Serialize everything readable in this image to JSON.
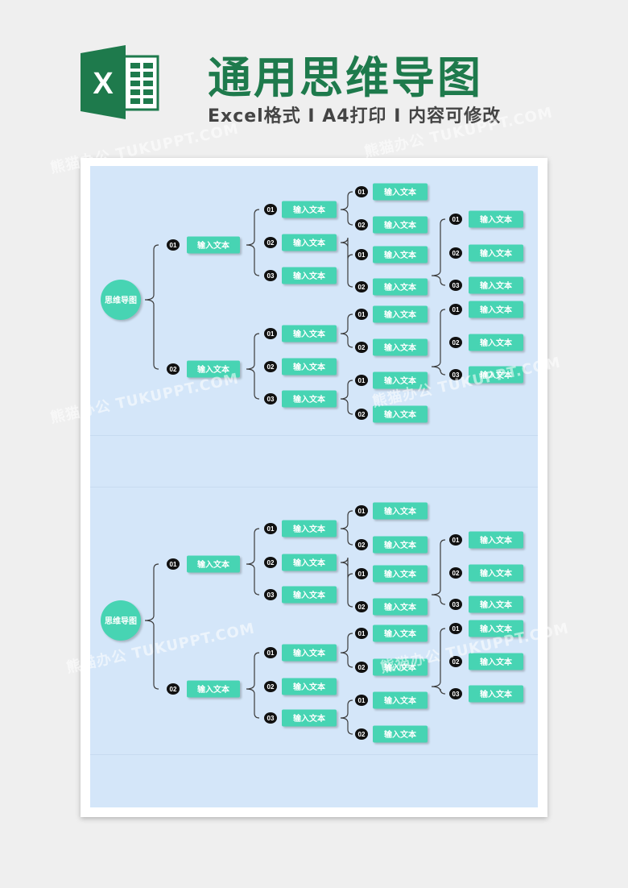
{
  "header": {
    "title": "通用思维导图",
    "subtitle": "Excel格式 I A4打印 I 内容可修改",
    "logo_letter": "X"
  },
  "watermark": "熊猫办公 TUKUPPT.COM",
  "colors": {
    "node_fill": "#47d4b3",
    "node_shadow": "#9aa8b4",
    "badge_fill": "#111111",
    "line": "#3b3b3b",
    "canvas": "#d4e6f9",
    "title_green": "#1e7a4c",
    "excel_green": "#1e7a4c"
  },
  "mindmaps": [
    {
      "root": "思维导图",
      "branches": [
        {
          "badge": "01",
          "label": "输入文本",
          "children": [
            {
              "badge": "01",
              "label": "输入文本",
              "children": [
                {
                  "badge": "01",
                  "label": "输入文本"
                },
                {
                  "badge": "02",
                  "label": "输入文本"
                }
              ]
            },
            {
              "badge": "02",
              "label": "输入文本",
              "children": [
                {
                  "badge": "01",
                  "label": "输入文本"
                },
                {
                  "badge": "02",
                  "label": "输入文本"
                }
              ]
            },
            {
              "badge": "03",
              "label": "输入文本",
              "children": [
                {
                  "badge": "01",
                  "label": "输入文本"
                },
                {
                  "badge": "02",
                  "label": "输入文本"
                },
                {
                  "badge": "03",
                  "label": "输入文本"
                }
              ]
            }
          ]
        },
        {
          "badge": "02",
          "label": "输入文本",
          "children": [
            {
              "badge": "01",
              "label": "输入文本",
              "children": [
                {
                  "badge": "01",
                  "label": "输入文本"
                },
                {
                  "badge": "02",
                  "label": "输入文本"
                }
              ]
            },
            {
              "badge": "02",
              "label": "输入文本",
              "children": [
                {
                  "badge": "01",
                  "label": "输入文本"
                },
                {
                  "badge": "02",
                  "label": "输入文本"
                },
                {
                  "badge": "03",
                  "label": "输入文本"
                }
              ]
            },
            {
              "badge": "03",
              "label": "输入文本",
              "children": [
                {
                  "badge": "01",
                  "label": "输入文本"
                },
                {
                  "badge": "02",
                  "label": "输入文本"
                }
              ]
            }
          ]
        }
      ]
    },
    {
      "root": "思维导图",
      "branches": [
        {
          "badge": "01",
          "label": "输入文本",
          "children": [
            {
              "badge": "01",
              "label": "输入文本",
              "children": [
                {
                  "badge": "01",
                  "label": "输入文本"
                },
                {
                  "badge": "02",
                  "label": "输入文本"
                }
              ]
            },
            {
              "badge": "02",
              "label": "输入文本",
              "children": [
                {
                  "badge": "01",
                  "label": "输入文本"
                },
                {
                  "badge": "02",
                  "label": "输入文本"
                }
              ]
            },
            {
              "badge": "03",
              "label": "输入文本",
              "children": [
                {
                  "badge": "01",
                  "label": "输入文本"
                },
                {
                  "badge": "02",
                  "label": "输入文本"
                },
                {
                  "badge": "03",
                  "label": "输入文本"
                }
              ]
            }
          ]
        },
        {
          "badge": "02",
          "label": "输入文本",
          "children": [
            {
              "badge": "01",
              "label": "输入文本",
              "children": [
                {
                  "badge": "01",
                  "label": "输入文本"
                },
                {
                  "badge": "02",
                  "label": "输入文本"
                }
              ]
            },
            {
              "badge": "02",
              "label": "输入文本",
              "children": [
                {
                  "badge": "01",
                  "label": "输入文本"
                },
                {
                  "badge": "02",
                  "label": "输入文本"
                },
                {
                  "badge": "03",
                  "label": "输入文本"
                }
              ]
            },
            {
              "badge": "03",
              "label": "输入文本",
              "children": [
                {
                  "badge": "01",
                  "label": "输入文本"
                },
                {
                  "badge": "02",
                  "label": "输入文本"
                }
              ]
            }
          ]
        }
      ]
    }
  ]
}
